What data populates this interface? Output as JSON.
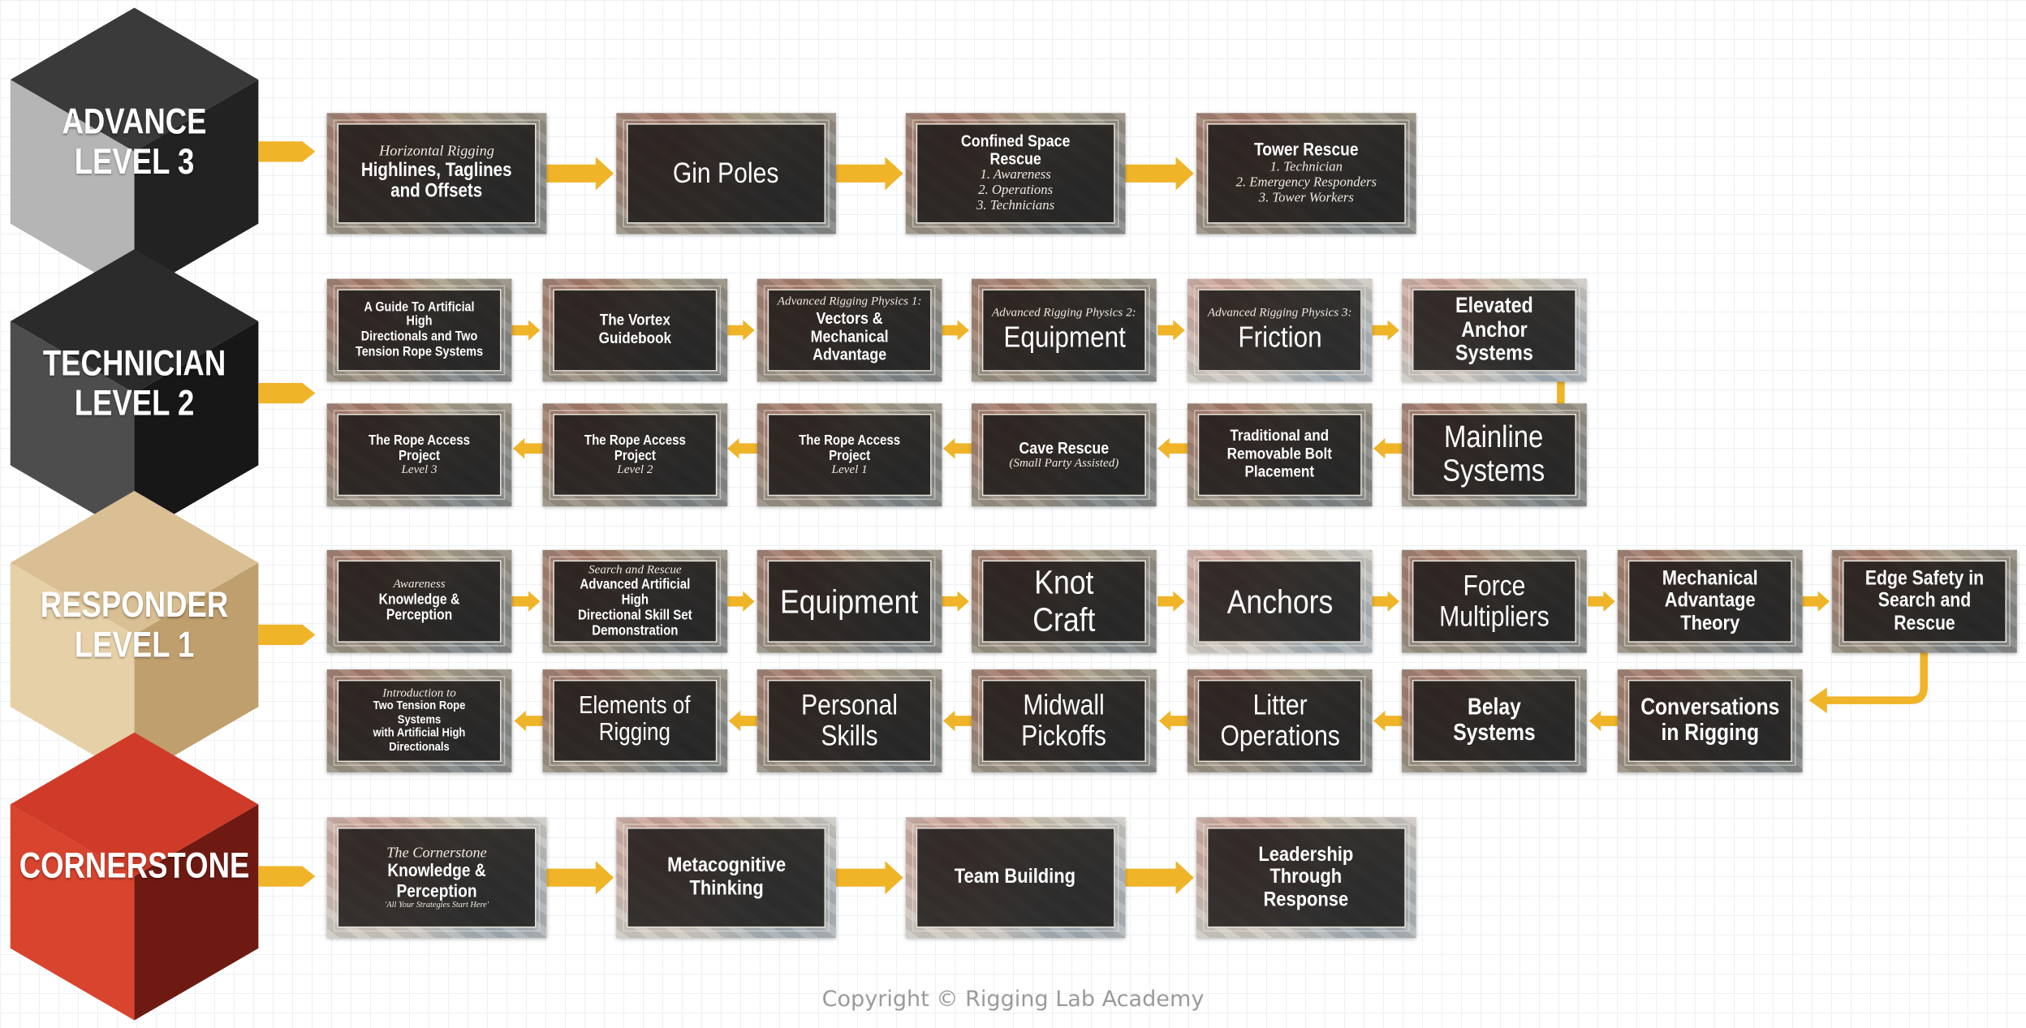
{
  "colors": {
    "arrow": "#f0b429",
    "card_frame": "#e9e4da"
  },
  "levels": [
    {
      "id": "advance",
      "label": "ADVANCE\nLEVEL 3",
      "colors": {
        "top": "#3a3a3a",
        "left": "#b5b5b5",
        "right": "#222222"
      }
    },
    {
      "id": "technician",
      "label": "TECHNICIAN\nLEVEL 2",
      "colors": {
        "top": "#2b2b2b",
        "left": "#4d4d4d",
        "right": "#171717"
      }
    },
    {
      "id": "responder",
      "label": "RESPONDER\nLEVEL 1",
      "colors": {
        "top": "#d9bf93",
        "left": "#e6d0a8",
        "right": "#bf9f6d"
      }
    },
    {
      "id": "cornerstone",
      "label": "CORNERSTONE",
      "colors": {
        "top": "#cf3b28",
        "left": "#d8442e",
        "right": "#6e1a12"
      }
    }
  ],
  "courses": [
    {
      "id": "horizontal-rigging",
      "sup": "Horizontal Rigging",
      "title": "Highlines, Taglines\nand Offsets",
      "sub": "",
      "list": [],
      "big": false
    },
    {
      "id": "gin-poles",
      "sup": "",
      "title": "Gin Poles",
      "sub": "",
      "list": [],
      "big": true
    },
    {
      "id": "confined-space-rescue",
      "sup": "",
      "title": "Confined Space Rescue",
      "sub": "",
      "list": [
        "1. Awareness",
        "2. Operations",
        "3. Technicians"
      ],
      "big": false
    },
    {
      "id": "tower-rescue",
      "sup": "",
      "title": "Tower Rescue",
      "sub": "",
      "list": [
        "1. Technician",
        "2. Emergency Responders",
        "3. Tower Workers"
      ],
      "big": false
    },
    {
      "id": "guide-artificial-high",
      "sup": "",
      "title": "A Guide To Artificial High\nDirectionals and Two\nTension Rope Systems",
      "sub": "",
      "list": [],
      "big": false
    },
    {
      "id": "vortex-guidebook",
      "sup": "",
      "title": "The Vortex Guidebook",
      "sub": "",
      "list": [],
      "big": false
    },
    {
      "id": "arp1",
      "sup": "Advanced Rigging Physics 1:",
      "title": "Vectors &\nMechanical Advantage",
      "sub": "",
      "list": [],
      "big": false
    },
    {
      "id": "arp2",
      "sup": "Advanced Rigging Physics 2:",
      "title": "Equipment",
      "sub": "",
      "list": [],
      "big": true
    },
    {
      "id": "arp3",
      "sup": "Advanced Rigging Physics 3:",
      "title": "Friction",
      "sub": "",
      "list": [],
      "big": true
    },
    {
      "id": "elevated-anchor",
      "sup": "",
      "title": "Elevated Anchor\nSystems",
      "sub": "",
      "list": [],
      "big": false
    },
    {
      "id": "mainline-systems",
      "sup": "",
      "title": "Mainline\nSystems",
      "sub": "",
      "list": [],
      "big": true
    },
    {
      "id": "bolt-placement",
      "sup": "",
      "title": "Traditional and\nRemovable Bolt\nPlacement",
      "sub": "",
      "list": [],
      "big": false
    },
    {
      "id": "cave-rescue",
      "sup": "",
      "title": "Cave Rescue",
      "sub": "(Small Party Assisted)",
      "list": [],
      "big": false
    },
    {
      "id": "rope-access-1",
      "sup": "",
      "title": "The Rope Access Project",
      "sub": "Level 1",
      "list": [],
      "big": false
    },
    {
      "id": "rope-access-2",
      "sup": "",
      "title": "The Rope Access Project",
      "sub": "Level 2",
      "list": [],
      "big": false
    },
    {
      "id": "rope-access-3",
      "sup": "",
      "title": "The Rope Access Project",
      "sub": "Level 3",
      "list": [],
      "big": false
    },
    {
      "id": "awareness",
      "sup": "Awareness",
      "title": "Knowledge & Perception",
      "sub": "",
      "list": [],
      "big": false
    },
    {
      "id": "sar-demo",
      "sup": "Search and Rescue",
      "title": "Advanced Artificial High\nDirectional Skill Set\nDemonstration",
      "sub": "",
      "list": [],
      "big": false
    },
    {
      "id": "equipment",
      "sup": "",
      "title": "Equipment",
      "sub": "",
      "list": [],
      "big": true
    },
    {
      "id": "knot-craft",
      "sup": "",
      "title": "Knot Craft",
      "sub": "",
      "list": [],
      "big": true
    },
    {
      "id": "anchors",
      "sup": "",
      "title": "Anchors",
      "sub": "",
      "list": [],
      "big": true
    },
    {
      "id": "force-multipliers",
      "sup": "",
      "title": "Force\nMultipliers",
      "sub": "",
      "list": [],
      "big": true
    },
    {
      "id": "ma-theory",
      "sup": "",
      "title": "Mechanical\nAdvantage Theory",
      "sub": "",
      "list": [],
      "big": false
    },
    {
      "id": "edge-safety",
      "sup": "",
      "title": "Edge Safety in\nSearch and Rescue",
      "sub": "",
      "list": [],
      "big": false
    },
    {
      "id": "conversations",
      "sup": "",
      "title": "Conversations\nin Rigging",
      "sub": "",
      "list": [],
      "big": false
    },
    {
      "id": "belay-systems",
      "sup": "",
      "title": "Belay Systems",
      "sub": "",
      "list": [],
      "big": false
    },
    {
      "id": "litter-operations",
      "sup": "",
      "title": "Litter\nOperations",
      "sub": "",
      "list": [],
      "big": true
    },
    {
      "id": "midwall-pickoffs",
      "sup": "",
      "title": "Midwall\nPickoffs",
      "sub": "",
      "list": [],
      "big": true
    },
    {
      "id": "personal-skills",
      "sup": "",
      "title": "Personal\nSkills",
      "sub": "",
      "list": [],
      "big": true
    },
    {
      "id": "elements-rigging",
      "sup": "",
      "title": "Elements of\nRigging",
      "sub": "",
      "list": [],
      "big": true
    },
    {
      "id": "intro-two-tension",
      "sup": "Introduction to",
      "title": "Two Tension Rope Systems\nwith Artificial High Directionals",
      "sub": "",
      "list": [],
      "big": false
    },
    {
      "id": "cornerstone",
      "sup": "The Cornerstone",
      "title": "Knowledge & Perception",
      "sub": "'All Your Strategies Start Here'",
      "list": [],
      "big": false
    },
    {
      "id": "metacognitive",
      "sup": "",
      "title": "Metacognitive\nThinking",
      "sub": "",
      "list": [],
      "big": false
    },
    {
      "id": "team-building",
      "sup": "",
      "title": "Team Building",
      "sub": "",
      "list": [],
      "big": false
    },
    {
      "id": "leadership",
      "sup": "",
      "title": "Leadership\nThrough\nResponse",
      "sub": "",
      "list": [],
      "big": false
    }
  ],
  "footer": {
    "copyright": "Copyright © Rigging Lab Academy"
  }
}
